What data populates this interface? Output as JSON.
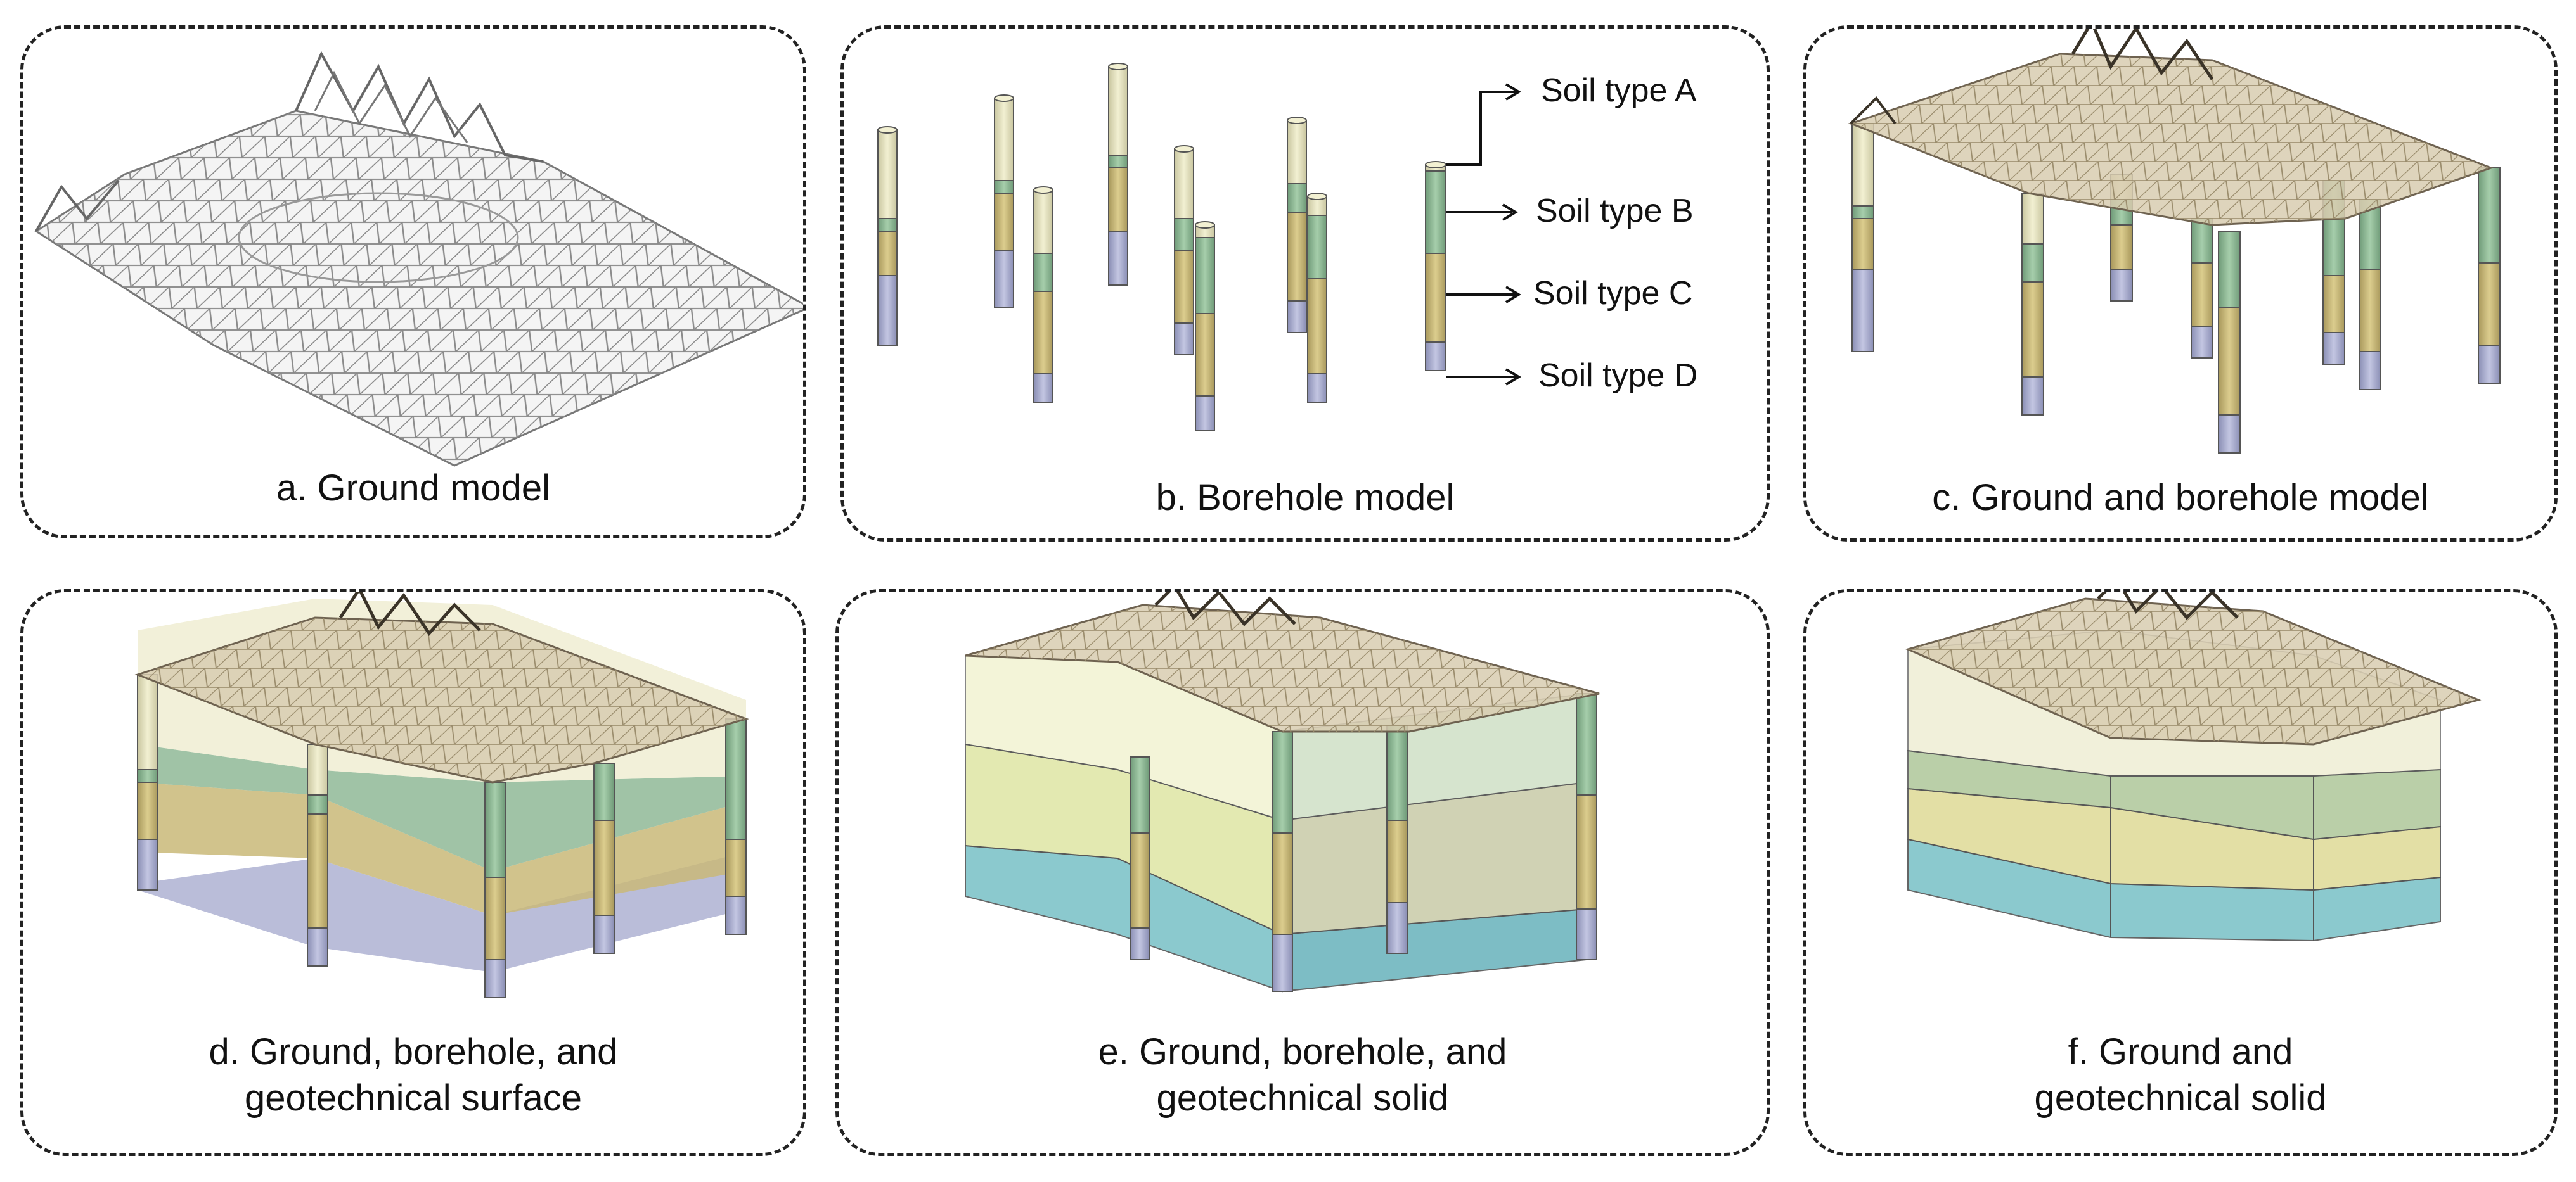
{
  "panels": {
    "a": {
      "caption": "a. Ground model"
    },
    "b": {
      "caption": "b. Borehole model",
      "legend": [
        "Soil type A",
        "Soil type B",
        "Soil type C",
        "Soil type D"
      ]
    },
    "c": {
      "caption": "c. Ground and borehole model"
    },
    "d": {
      "caption_line1": "d. Ground, borehole, and",
      "caption_line2": "geotechnical surface"
    },
    "e": {
      "caption_line1": "e. Ground, borehole, and",
      "caption_line2": "geotechnical solid"
    },
    "f": {
      "caption_line1": "f. Ground and",
      "caption_line2": "geotechnical solid"
    }
  },
  "colors": {
    "soil_a": "#e9e6bf",
    "soil_b": "#8fb996",
    "soil_c": "#c9b878",
    "soil_d": "#a9adcf",
    "mesh": "#8a8a8a",
    "terrain": "#d8ccb0",
    "solid_cyan": "#7fc4c9"
  }
}
